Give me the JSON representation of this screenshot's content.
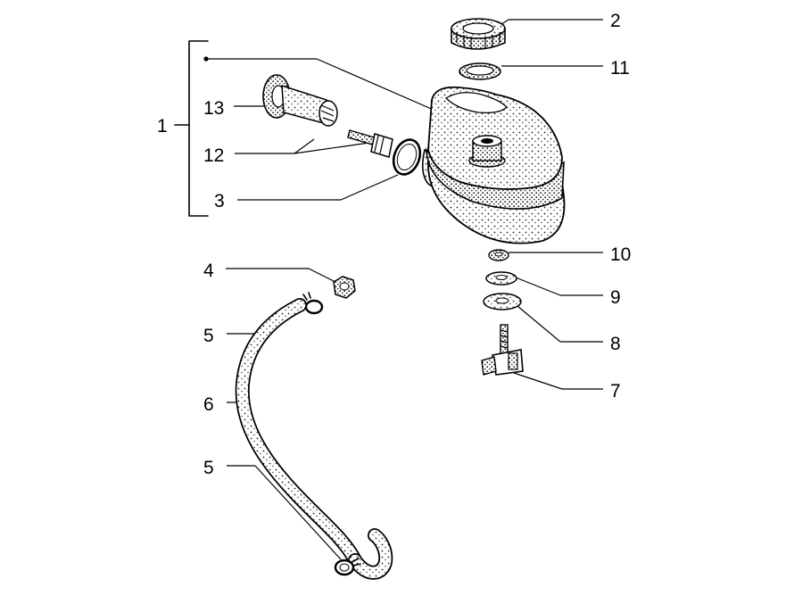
{
  "callouts": {
    "c1": "1",
    "c2": "2",
    "c3": "3",
    "c4": "4",
    "c5a": "5",
    "c5b": "5",
    "c6": "6",
    "c7": "7",
    "c8": "8",
    "c9": "9",
    "c10": "10",
    "c11": "11",
    "c12": "12",
    "c13": "13"
  }
}
